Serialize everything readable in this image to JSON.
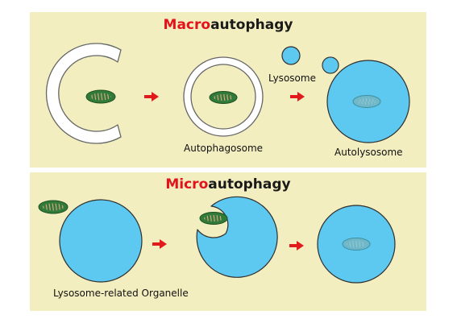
{
  "macro": {
    "title_red": "Macro",
    "title_black": "autophagy",
    "labels": {
      "lysosome": "Lysosome",
      "autophagosome": "Autophagosome",
      "autolysosome": "Autolysosome"
    }
  },
  "micro": {
    "title_red": "Micro",
    "title_black": "autophagy",
    "labels": {
      "organelle": "Lysosome-related Organelle"
    }
  },
  "colors": {
    "panel": "#f2eebf",
    "lysosome_fill": "#5dc8f0",
    "arrow": "#e31a1c",
    "mito_green": "#2f7b37",
    "mito_stripe": "#d6a283",
    "membrane_fill": "#ffffff"
  }
}
